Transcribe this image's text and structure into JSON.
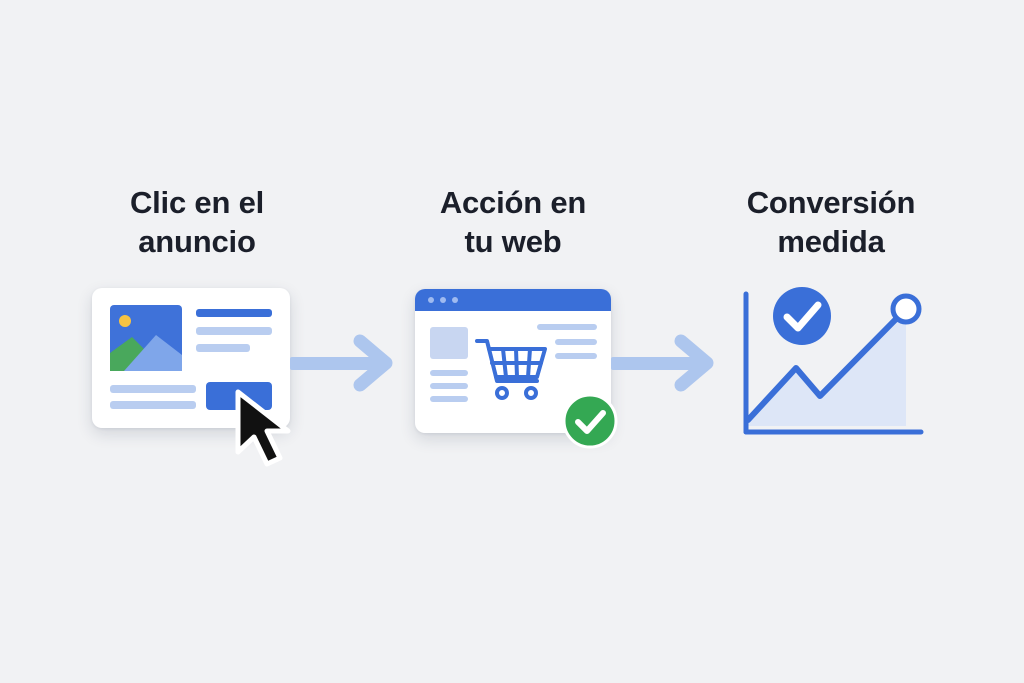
{
  "steps": [
    {
      "title_line1": "Clic en el",
      "title_line2": "anuncio",
      "icon": "ad-click-icon"
    },
    {
      "title_line1": "Acción en",
      "title_line2": "tu web",
      "icon": "shopping-cart-icon"
    },
    {
      "title_line1": "Conversión",
      "title_line2": "medida",
      "icon": "growth-chart-icon"
    }
  ],
  "colors": {
    "background": "#f1f2f4",
    "primary_blue": "#3a6fd8",
    "light_blue": "#b9cdf0",
    "arrow_blue": "#adc6ee",
    "success_green": "#34a853",
    "text": "#1b1f2a"
  }
}
